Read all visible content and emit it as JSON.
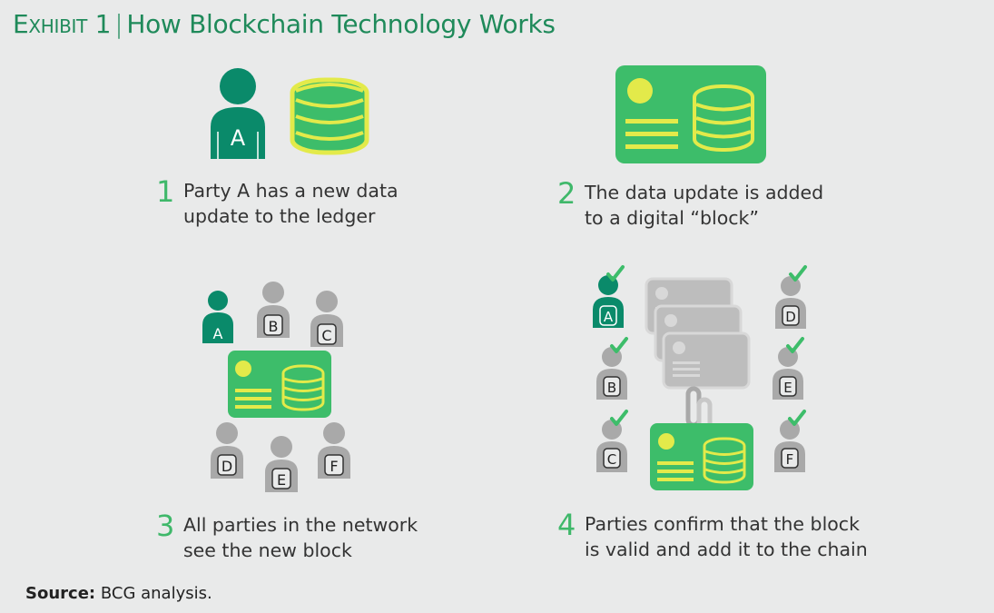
{
  "title": {
    "exhibit": "Exhibit 1",
    "separator": "|",
    "text": "How Blockchain Technology Works"
  },
  "steps": [
    {
      "number": "1",
      "line1": "Party A has a new data",
      "line2": "update to the ledger"
    },
    {
      "number": "2",
      "line1": "The data update is added",
      "line2": "to a digital “block”"
    },
    {
      "number": "3",
      "line1": "All parties in the network",
      "line2": "see the new block"
    },
    {
      "number": "4",
      "line1": "Parties confirm that the block",
      "line2": "is valid and add it to the chain"
    }
  ],
  "party_labels": {
    "a": "A",
    "b": "B",
    "c": "C",
    "d": "D",
    "e": "E",
    "f": "F"
  },
  "source": {
    "label": "Source:",
    "text": "BCG analysis."
  },
  "colors": {
    "dark_green": "#0a8a6a",
    "green": "#3dbd6a",
    "yellow": "#e3ea4a",
    "gray": "#a9a9a9",
    "light_gray": "#cfcfcf",
    "background": "#e9eaea"
  }
}
